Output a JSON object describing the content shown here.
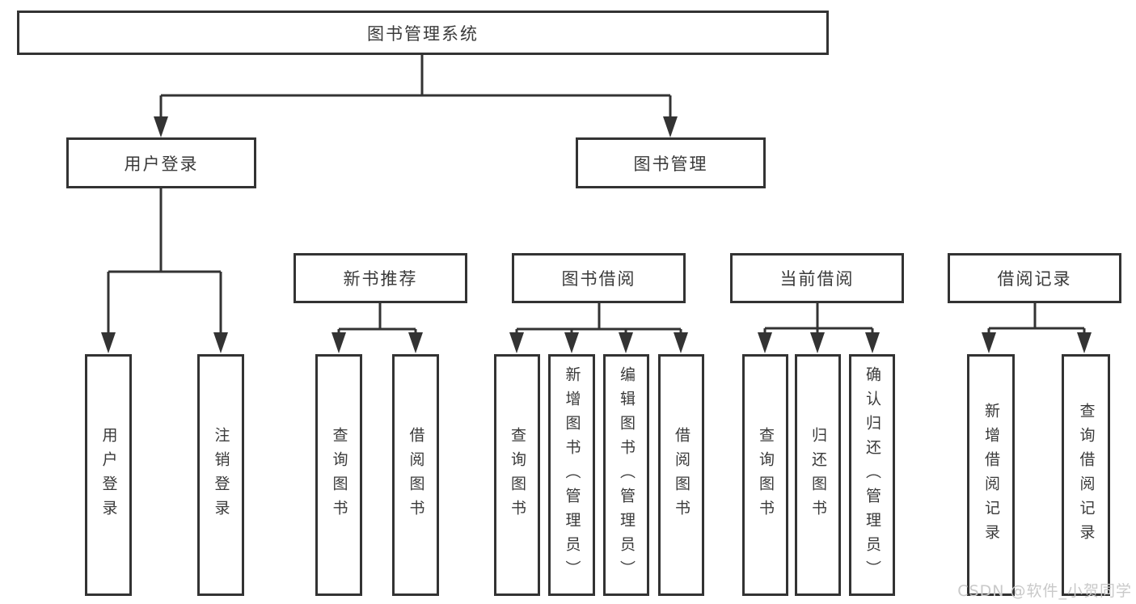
{
  "diagram_title": "图书管理系统",
  "tree": {
    "label": "图书管理系统",
    "children": [
      {
        "label": "用户登录",
        "children": [
          {
            "label": "用户登录"
          },
          {
            "label": "注销登录"
          }
        ]
      },
      {
        "label": "图书管理",
        "children": [
          {
            "label": "新书推荐",
            "children": [
              {
                "label": "查询图书"
              },
              {
                "label": "借阅图书"
              }
            ]
          },
          {
            "label": "图书借阅",
            "children": [
              {
                "label": "查询图书"
              },
              {
                "label": "新增图书（管理员）"
              },
              {
                "label": "编辑图书（管理员）"
              },
              {
                "label": "借阅图书"
              }
            ]
          },
          {
            "label": "当前借阅",
            "children": [
              {
                "label": "查询图书"
              },
              {
                "label": "归还图书"
              },
              {
                "label": "确认归还（管理员）"
              }
            ]
          },
          {
            "label": "借阅记录",
            "children": [
              {
                "label": "新增借阅记录"
              },
              {
                "label": "查询借阅记录"
              }
            ]
          }
        ]
      }
    ]
  },
  "watermark": "CSDN @软件_小贺同学",
  "colors": {
    "line": "#333333",
    "text": "#3a3a3a",
    "box_background": "#ffffff",
    "watermark": "#c9c9c9",
    "page_background": "#ffffff"
  }
}
